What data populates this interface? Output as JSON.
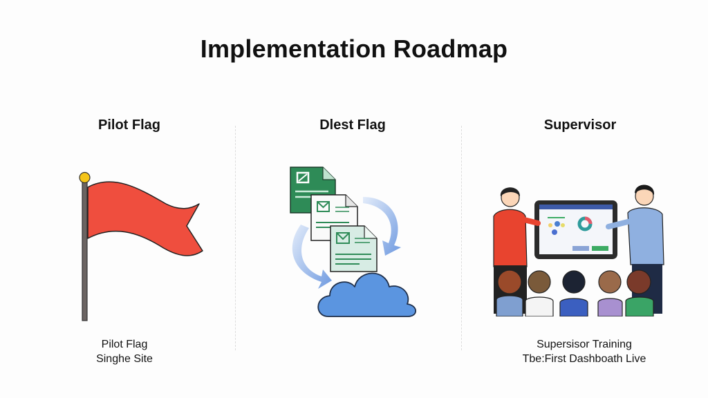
{
  "title": "Implementation Roadmap",
  "columns": [
    {
      "heading": "Pilot Flag",
      "icon": "red-flag-icon",
      "caption_lines": [
        "Pilot Flag",
        "Singhe Site"
      ],
      "colors": {
        "flag": "#ef4e3e",
        "pole": "#6b6462",
        "finial": "#f5c518"
      }
    },
    {
      "heading": "Dlest Flag",
      "icon": "documents-to-cloud-icon",
      "caption_lines": [],
      "colors": {
        "doc_green": "#2e8b57",
        "doc_light": "#d7ece4",
        "cloud": "#5b95e0",
        "arrow": "#8fb3ea"
      }
    },
    {
      "heading": "Supervisor",
      "icon": "supervisor-training-illustration",
      "caption_lines": [
        "Supersisor Training",
        "Tbe:First Dashboath Live"
      ],
      "colors": {
        "woman_shirt": "#e8442f",
        "man_shirt": "#8fb0e0",
        "tablet": "#2b2b2b"
      }
    }
  ]
}
